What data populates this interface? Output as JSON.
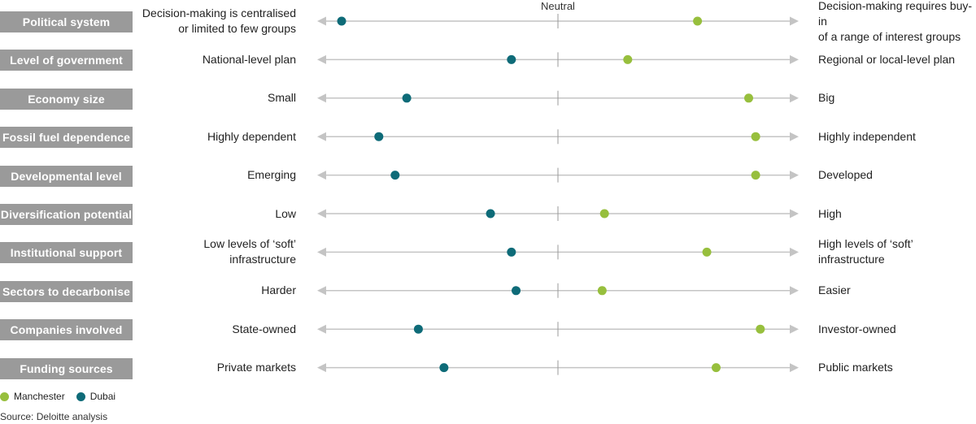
{
  "chart_data": {
    "type": "scatter",
    "neutral_label": "Neutral",
    "scale": [
      -1,
      1
    ],
    "categories": [
      {
        "label": "Political system",
        "left": "Decision-making is centralised or limited to few groups",
        "left_lines": [
          "Decision-making is centralised",
          "or limited to few groups"
        ],
        "right": "Decision-making requires buy-in of a range of interest groups",
        "right_lines": [
          "Decision-making requires buy-in",
          "of a range of interest groups"
        ]
      },
      {
        "label": "Level of government",
        "left": "National-level plan",
        "left_lines": [
          "National-level plan"
        ],
        "right": "Regional or local-level plan",
        "right_lines": [
          "Regional or local-level plan"
        ]
      },
      {
        "label": "Economy size",
        "left": "Small",
        "left_lines": [
          "Small"
        ],
        "right": "Big",
        "right_lines": [
          "Big"
        ]
      },
      {
        "label": "Fossil fuel dependence",
        "left": "Highly dependent",
        "left_lines": [
          "Highly dependent"
        ],
        "right": "Highly independent",
        "right_lines": [
          "Highly independent"
        ]
      },
      {
        "label": "Developmental level",
        "left": "Emerging",
        "left_lines": [
          "Emerging"
        ],
        "right": "Developed",
        "right_lines": [
          "Developed"
        ]
      },
      {
        "label": "Diversification potential",
        "left": "Low",
        "left_lines": [
          "Low"
        ],
        "right": "High",
        "right_lines": [
          "High"
        ]
      },
      {
        "label": "Institutional support",
        "left": "Low levels of ‘soft’ infrastructure",
        "left_lines": [
          "Low levels of ‘soft’",
          "infrastructure"
        ],
        "right": "High levels of ‘soft’ infrastructure",
        "right_lines": [
          "High levels of ‘soft’",
          "infrastructure"
        ]
      },
      {
        "label": "Sectors to decarbonise",
        "left": "Harder",
        "left_lines": [
          "Harder"
        ],
        "right": "Easier",
        "right_lines": [
          "Easier"
        ]
      },
      {
        "label": "Companies involved",
        "left": "State-owned",
        "left_lines": [
          "State-owned"
        ],
        "right": "Investor-owned",
        "right_lines": [
          "Investor-owned"
        ]
      },
      {
        "label": "Funding sources",
        "left": "Private markets",
        "left_lines": [
          "Private markets"
        ],
        "right": "Public markets",
        "right_lines": [
          "Public markets"
        ]
      }
    ],
    "series": [
      {
        "name": "Manchester",
        "color": "#97bf3d",
        "values": [
          0.6,
          0.3,
          0.82,
          0.85,
          0.85,
          0.2,
          0.64,
          0.19,
          0.87,
          0.68
        ]
      },
      {
        "name": "Dubai",
        "color": "#0e6b78",
        "values": [
          -0.93,
          -0.2,
          -0.65,
          -0.77,
          -0.7,
          -0.29,
          -0.2,
          -0.18,
          -0.6,
          -0.49
        ]
      }
    ],
    "axis_color": "#c4c4c4",
    "label_bg": "#9a9a9a",
    "source": "Source: Deloitte analysis"
  }
}
